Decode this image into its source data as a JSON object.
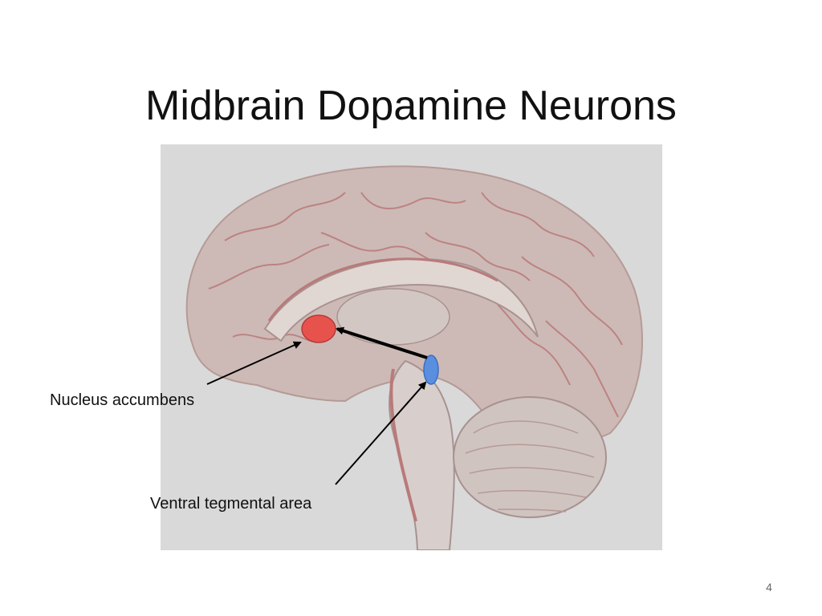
{
  "slide": {
    "title": "Midbrain Dopamine Neurons",
    "page_number": "4"
  },
  "figure": {
    "image_subject": "sagittal-brain-section",
    "labels": {
      "nucleus_accumbens": "Nucleus accumbens",
      "ventral_tegmental_area": "Ventral tegmental area"
    },
    "colors": {
      "panel_background": "#d9d9d9",
      "nucleus_accumbens_marker": "#e8524d",
      "vta_marker": "#5a8fe0",
      "arrows": "#000000",
      "vessels": "#b97a7a"
    }
  }
}
